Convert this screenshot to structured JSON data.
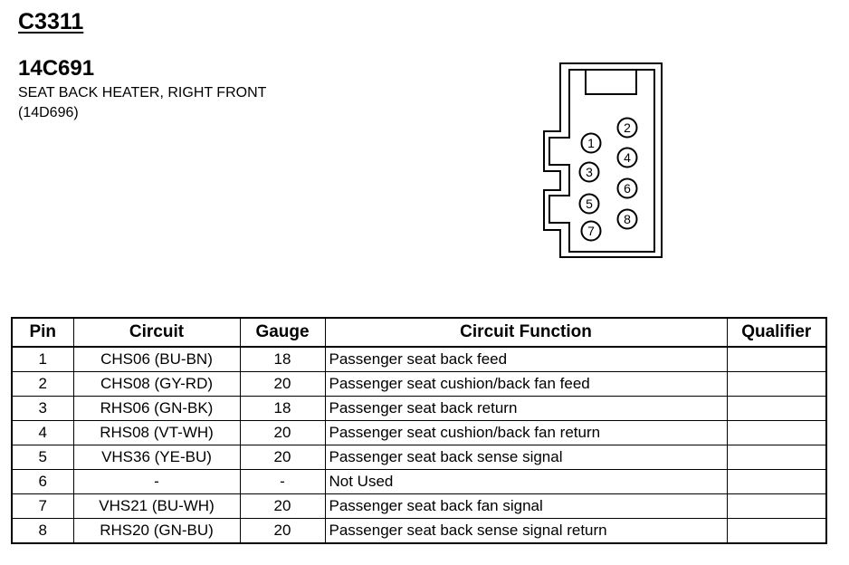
{
  "connector": {
    "id": "C3311",
    "part_number": "14C691",
    "description": "SEAT BACK HEATER, RIGHT FRONT",
    "sub_part": "(14D696)"
  },
  "diagram": {
    "pin_labels": [
      "1",
      "2",
      "3",
      "4",
      "5",
      "6",
      "7",
      "8"
    ]
  },
  "table": {
    "headers": [
      "Pin",
      "Circuit",
      "Gauge",
      "Circuit Function",
      "Qualifier"
    ],
    "rows": [
      {
        "pin": "1",
        "circuit": "CHS06 (BU-BN)",
        "gauge": "18",
        "function": "Passenger seat back feed",
        "qualifier": ""
      },
      {
        "pin": "2",
        "circuit": "CHS08 (GY-RD)",
        "gauge": "20",
        "function": "Passenger seat cushion/back fan feed",
        "qualifier": ""
      },
      {
        "pin": "3",
        "circuit": "RHS06 (GN-BK)",
        "gauge": "18",
        "function": "Passenger seat back return",
        "qualifier": ""
      },
      {
        "pin": "4",
        "circuit": "RHS08 (VT-WH)",
        "gauge": "20",
        "function": "Passenger seat cushion/back fan return",
        "qualifier": ""
      },
      {
        "pin": "5",
        "circuit": "VHS36 (YE-BU)",
        "gauge": "20",
        "function": "Passenger seat back sense signal",
        "qualifier": ""
      },
      {
        "pin": "6",
        "circuit": "-",
        "gauge": "-",
        "function": "Not Used",
        "qualifier": ""
      },
      {
        "pin": "7",
        "circuit": "VHS21 (BU-WH)",
        "gauge": "20",
        "function": "Passenger seat back fan signal",
        "qualifier": ""
      },
      {
        "pin": "8",
        "circuit": "RHS20 (GN-BU)",
        "gauge": "20",
        "function": "Passenger seat back sense signal return",
        "qualifier": ""
      }
    ]
  }
}
